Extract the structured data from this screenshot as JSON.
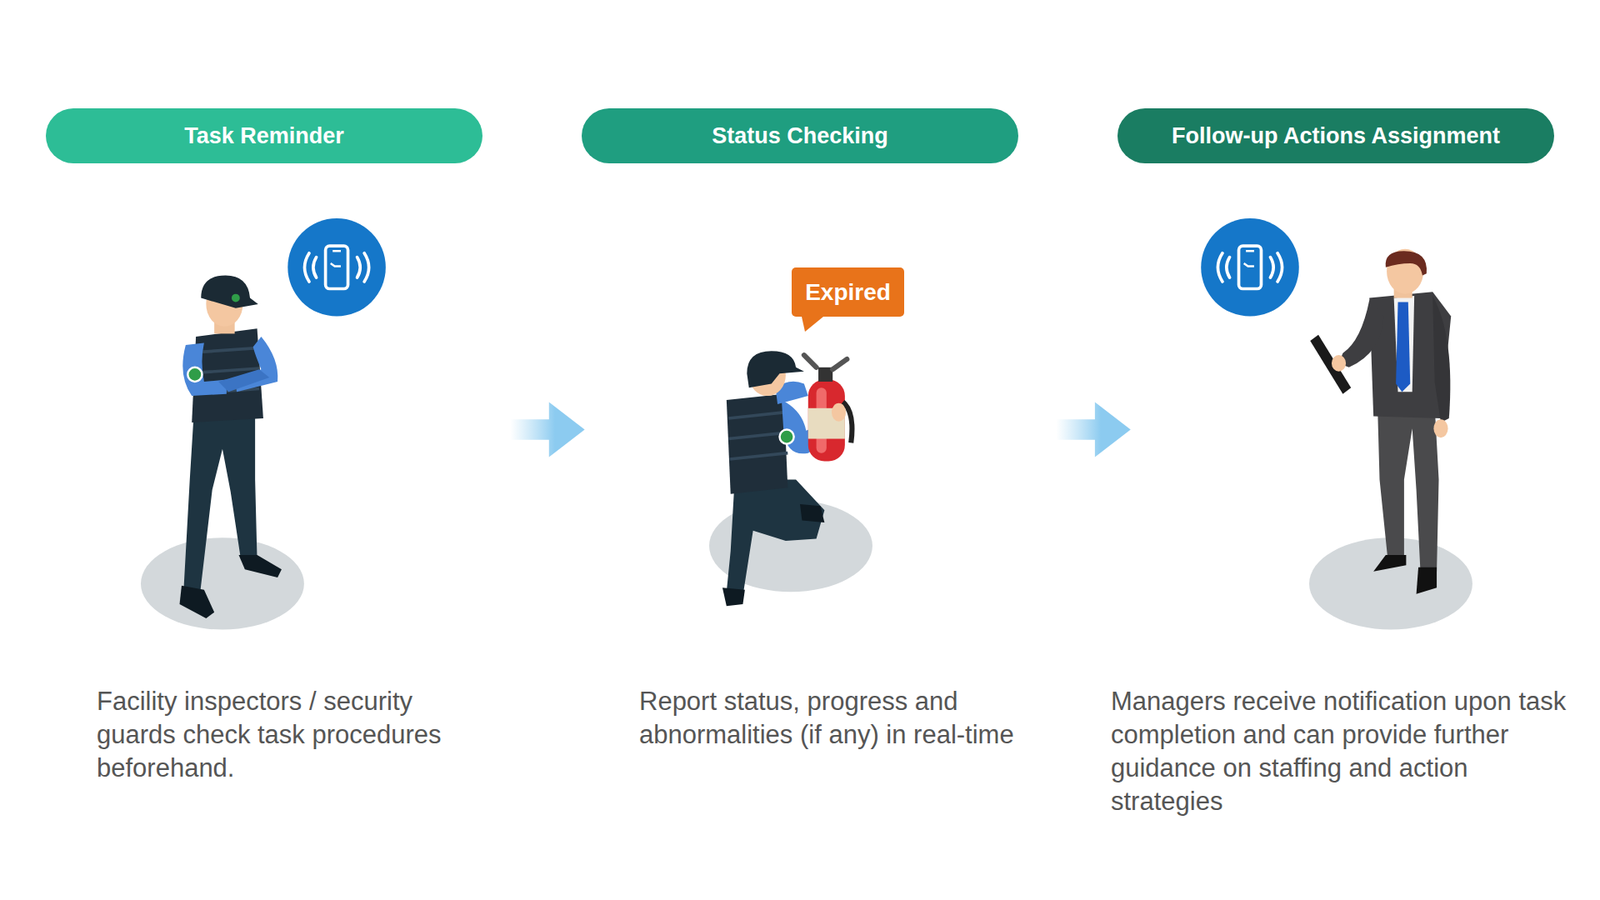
{
  "diagram": {
    "nodes": [
      {
        "text": [
          "Task Reminder"
        ]
      },
      {
        "text": [
          "Status Checking"
        ]
      },
      {
        "text": [
          "Follow-up Actions Assignment"
        ]
      },
      {
        "text": [
          "Expired"
        ]
      }
    ],
    "labels": [
      "Facility inspectors / security guards check task procedures beforehand.",
      "Report status, progress and abnormalities (if any) in real-time",
      "Managers receive notification upon task completion and can provide further guidance on staffing and action strategies"
    ]
  }
}
